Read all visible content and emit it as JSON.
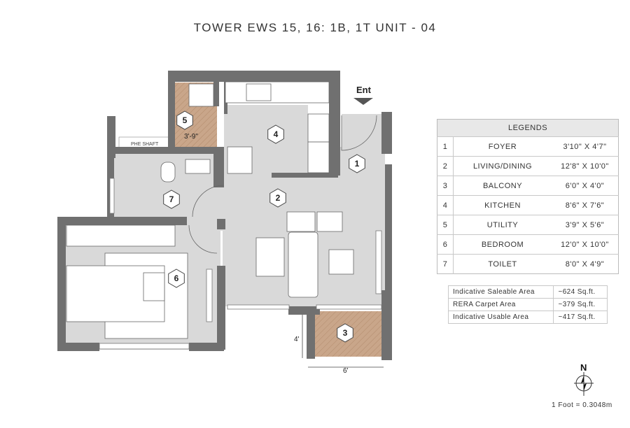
{
  "title": "TOWER EWS 15, 16: 1B, 1T UNIT - 04",
  "plan": {
    "entry_label": "Ent",
    "shaft_label": "PHE SHAFT",
    "utility_width_label": "3'-9\"",
    "balcony_depth_label": "4'",
    "balcony_width_label": "6'",
    "room_markers": [
      "1",
      "2",
      "3",
      "4",
      "5",
      "6",
      "7"
    ],
    "north_label": "N"
  },
  "legend": {
    "heading": "LEGENDS",
    "rows": [
      {
        "no": "1",
        "name": "FOYER",
        "dim": "3'10\" X 4'7\""
      },
      {
        "no": "2",
        "name": "LIVING/DINING",
        "dim": "12'8\" X 10'0\""
      },
      {
        "no": "3",
        "name": "BALCONY",
        "dim": "6'0\" X 4'0\""
      },
      {
        "no": "4",
        "name": "KITCHEN",
        "dim": "8'6\" X 7'6\""
      },
      {
        "no": "5",
        "name": "UTILITY",
        "dim": "3'9\" X 5'6\""
      },
      {
        "no": "6",
        "name": "BEDROOM",
        "dim": "12'0\" X 10'0\""
      },
      {
        "no": "7",
        "name": "TOILET",
        "dim": "8'0\" X 4'9\""
      }
    ]
  },
  "areas": [
    {
      "label": "Indicative Saleable Area",
      "value": "~624 Sq.ft."
    },
    {
      "label": "RERA Carpet Area",
      "value": "~379 Sq.ft."
    },
    {
      "label": "Indicative Usable Area",
      "value": "~417 Sq.ft."
    }
  ],
  "scale_note": "1 Foot = 0.3048m",
  "colors": {
    "wall": "#707070",
    "floor": "#d9d9d9",
    "wood": "#c9a68a",
    "furniture": "#ffffff"
  }
}
